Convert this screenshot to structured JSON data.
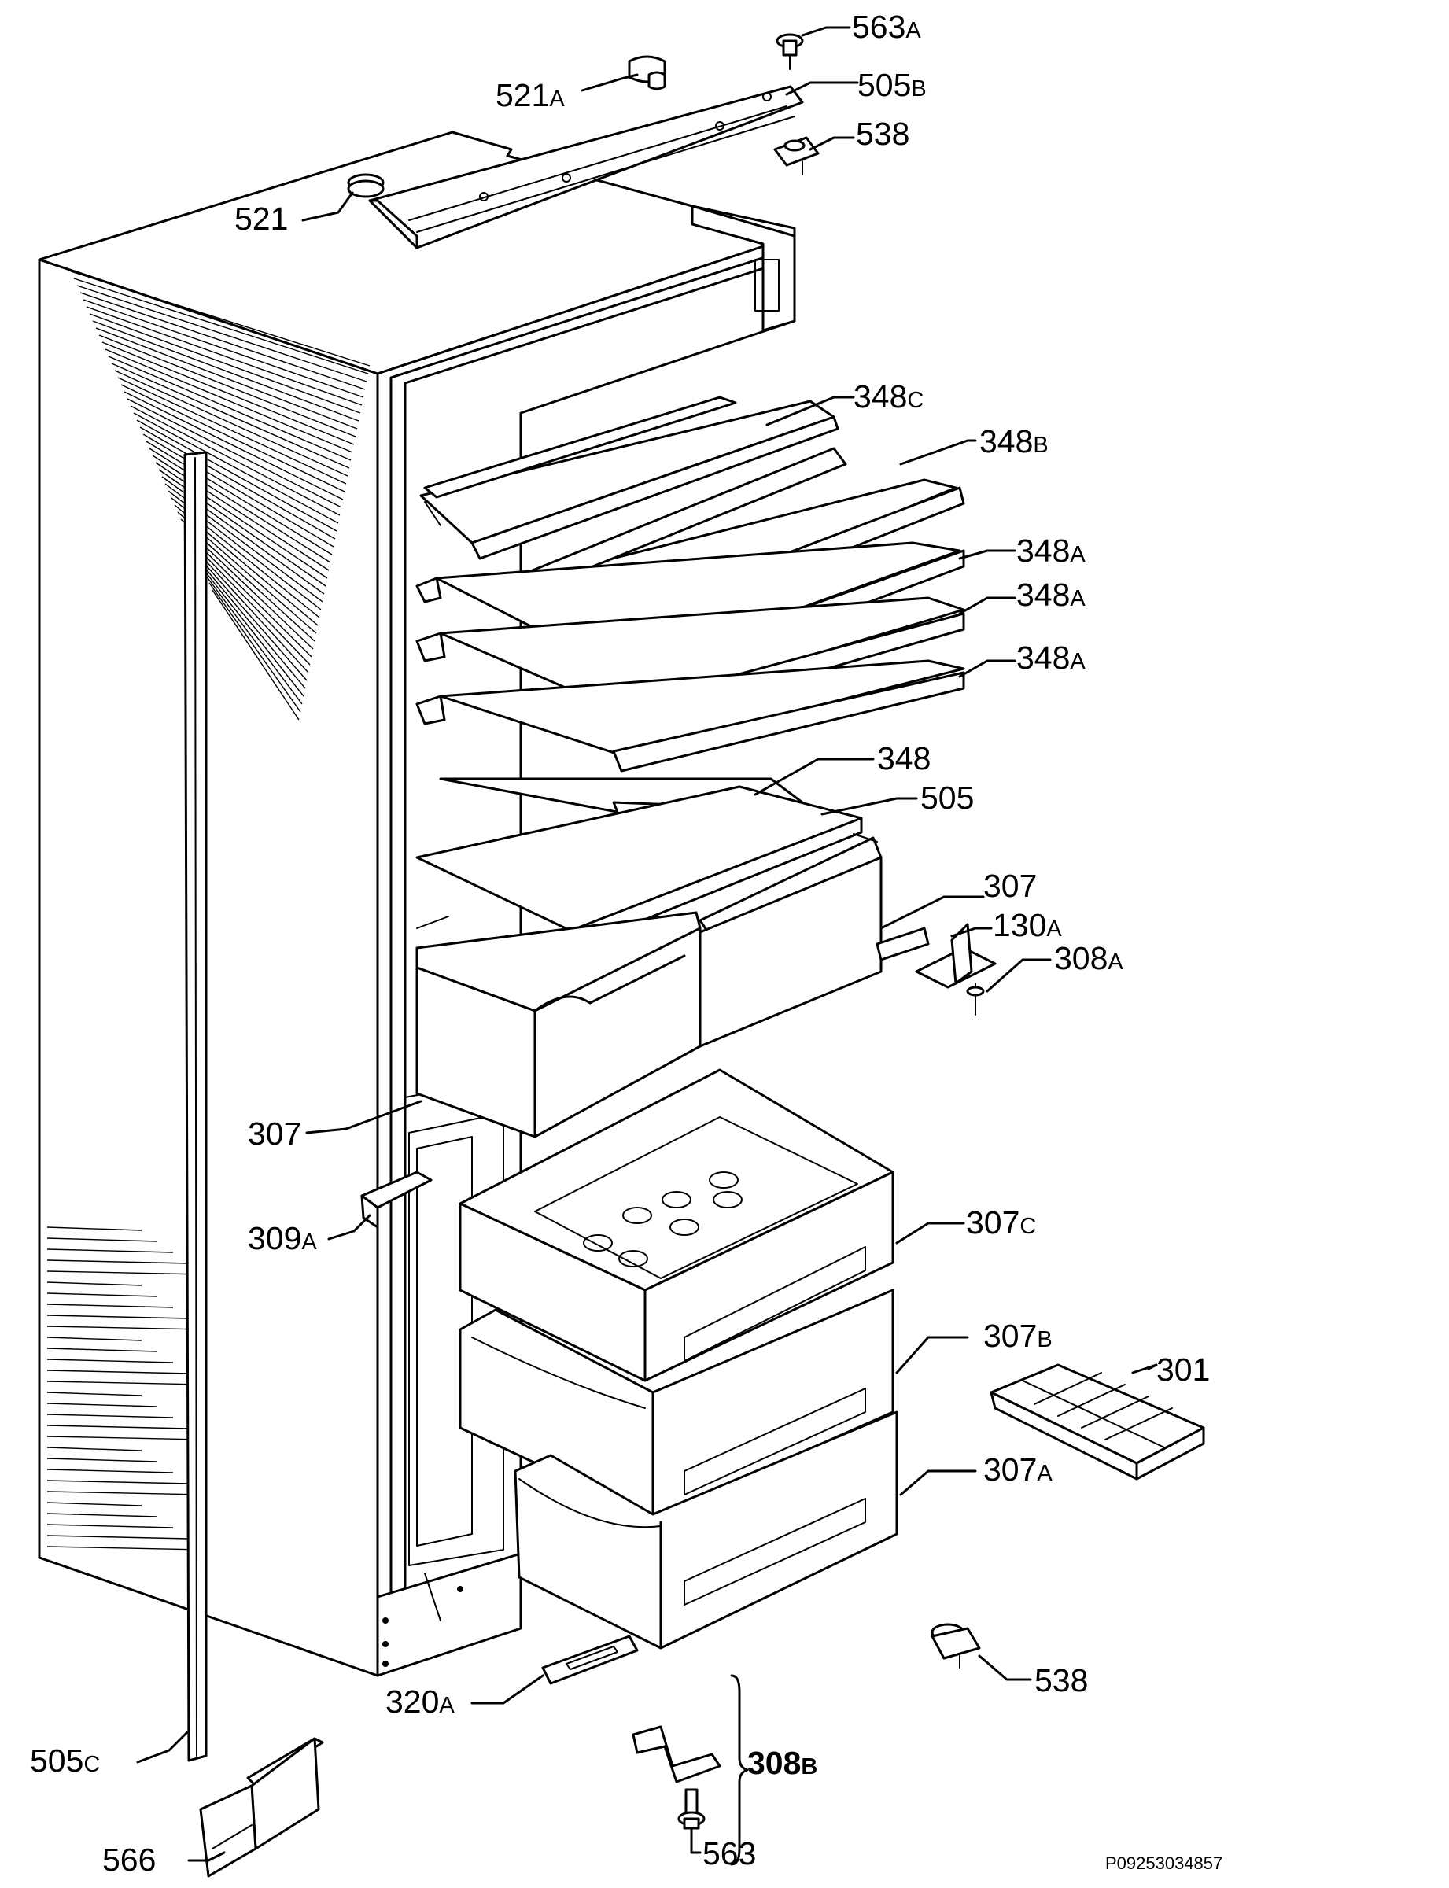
{
  "callouts": [
    {
      "id": "c563a",
      "num": "563",
      "suffix": "A"
    },
    {
      "id": "c521a",
      "num": "521",
      "suffix": "A"
    },
    {
      "id": "c505b",
      "num": "505",
      "suffix": "B"
    },
    {
      "id": "c538t",
      "num": "538",
      "suffix": ""
    },
    {
      "id": "c521",
      "num": "521",
      "suffix": ""
    },
    {
      "id": "c348c",
      "num": "348",
      "suffix": "C"
    },
    {
      "id": "c348b",
      "num": "348",
      "suffix": "B"
    },
    {
      "id": "c348a1",
      "num": "348",
      "suffix": "A"
    },
    {
      "id": "c348a2",
      "num": "348",
      "suffix": "A"
    },
    {
      "id": "c348a3",
      "num": "348",
      "suffix": "A"
    },
    {
      "id": "c348",
      "num": "348",
      "suffix": ""
    },
    {
      "id": "c505",
      "num": "505",
      "suffix": ""
    },
    {
      "id": "c307r",
      "num": "307",
      "suffix": ""
    },
    {
      "id": "c130a",
      "num": "130",
      "suffix": "A"
    },
    {
      "id": "c308a",
      "num": "308",
      "suffix": "A"
    },
    {
      "id": "c307l",
      "num": "307",
      "suffix": ""
    },
    {
      "id": "c309a",
      "num": "309",
      "suffix": "A"
    },
    {
      "id": "c307c",
      "num": "307",
      "suffix": "C"
    },
    {
      "id": "c307b",
      "num": "307",
      "suffix": "B"
    },
    {
      "id": "c301",
      "num": "301",
      "suffix": ""
    },
    {
      "id": "c307a",
      "num": "307",
      "suffix": "A"
    },
    {
      "id": "c538b",
      "num": "538",
      "suffix": ""
    },
    {
      "id": "c505c",
      "num": "505",
      "suffix": "C"
    },
    {
      "id": "c320a",
      "num": "320",
      "suffix": "A"
    },
    {
      "id": "c308b",
      "num": "308",
      "suffix": "B"
    },
    {
      "id": "c563",
      "num": "563",
      "suffix": ""
    },
    {
      "id": "c566",
      "num": "566",
      "suffix": ""
    }
  ],
  "footer_code": "P09253034857"
}
